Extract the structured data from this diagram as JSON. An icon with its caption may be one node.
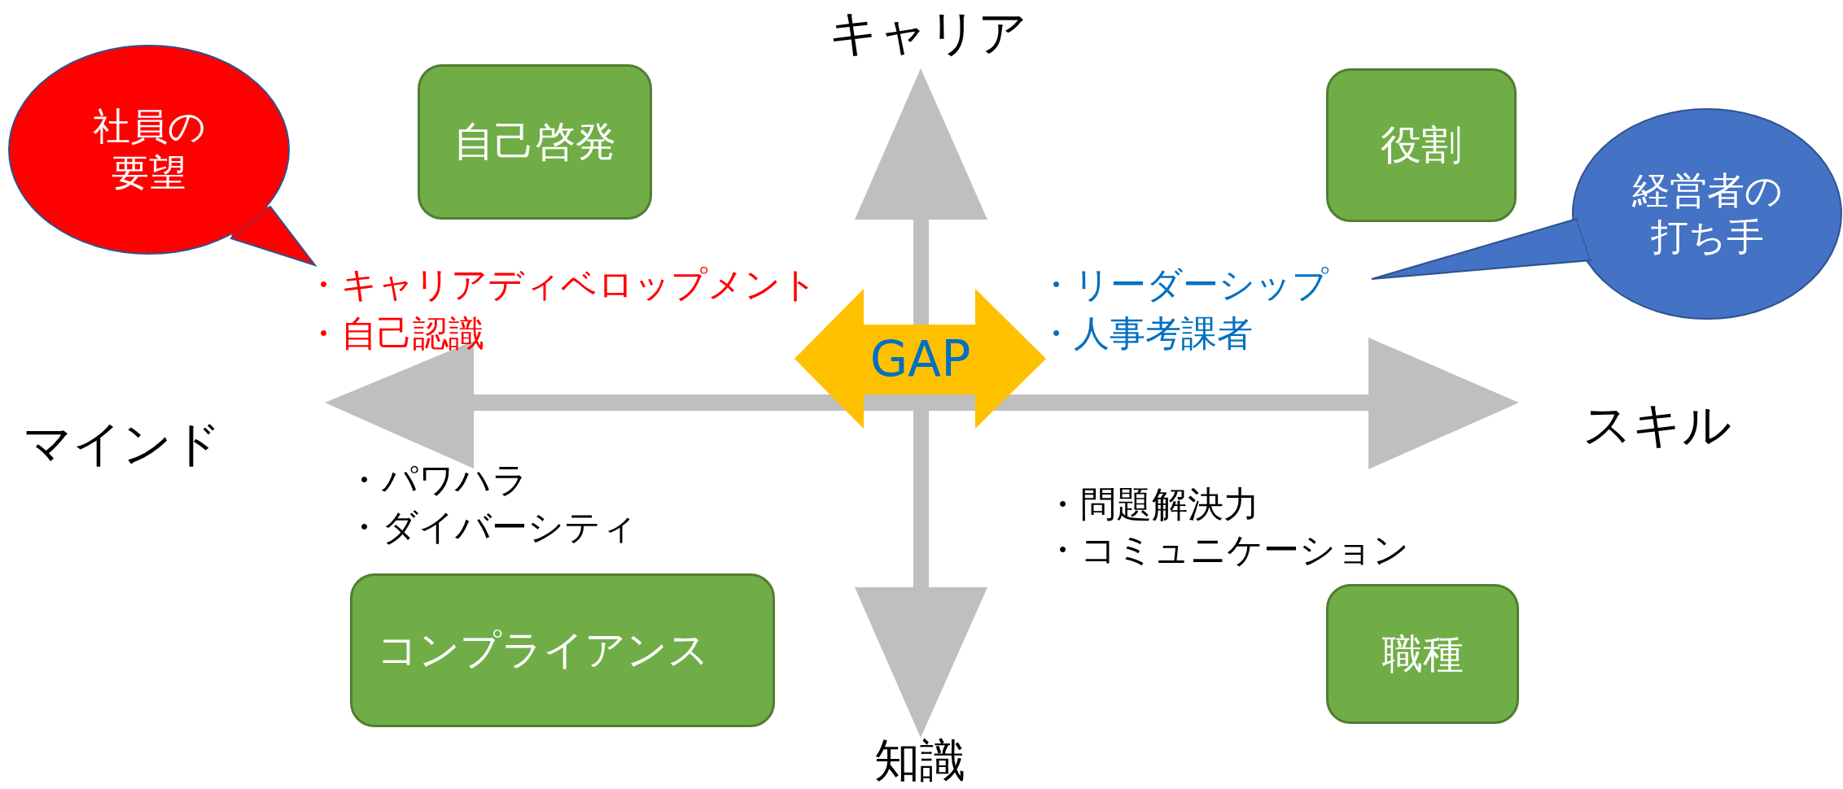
{
  "diagram": {
    "nodes": [
      {
        "text": [
          "社員の要望"
        ]
      },
      {
        "text": [
          "自己啓発"
        ]
      },
      {
        "text": [
          "役割"
        ]
      },
      {
        "text": [
          "経営者の打ち手"
        ]
      },
      {
        "text": [
          "GAP"
        ]
      },
      {
        "text": [
          "コンプライアンス"
        ]
      },
      {
        "text": [
          "職種"
        ]
      }
    ],
    "labels": [
      "キャリア",
      "・キャリアディベロップメント",
      "・自己認識",
      "・リーダーシップ",
      "・人事考課者",
      "マインド",
      "スキル",
      "・パワハラ",
      "・ダイバーシティ",
      "・問題解決力",
      "・コミュニケーション",
      "知識"
    ]
  }
}
